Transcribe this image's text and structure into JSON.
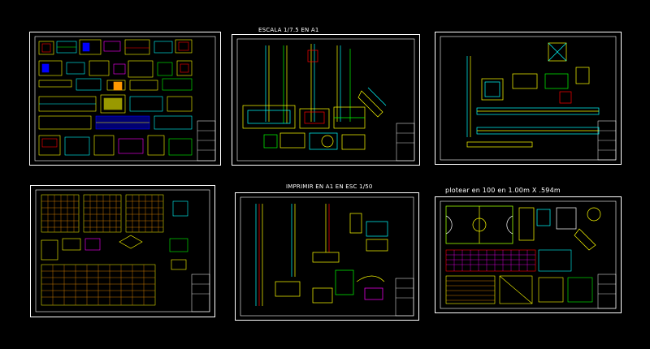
{
  "annotations": {
    "scale_note": "ESCALA 1/7.5 EN A1",
    "print_note": "IMPRIMIR EN A1 EN ESC 1/50",
    "plot_note": "plotear en 100 en 1.00m X .594m"
  },
  "colors": {
    "background": "#000000",
    "frame": "#ffffff",
    "yellow": "#ffff00",
    "cyan": "#00ffff",
    "green": "#00ff00",
    "red": "#ff0000",
    "blue": "#0000ff",
    "magenta": "#ff00ff",
    "orange": "#ff9900"
  },
  "sheets": [
    {
      "id": "sheet-1"
    },
    {
      "id": "sheet-2"
    },
    {
      "id": "sheet-3"
    },
    {
      "id": "sheet-4"
    },
    {
      "id": "sheet-5"
    },
    {
      "id": "sheet-6"
    }
  ]
}
